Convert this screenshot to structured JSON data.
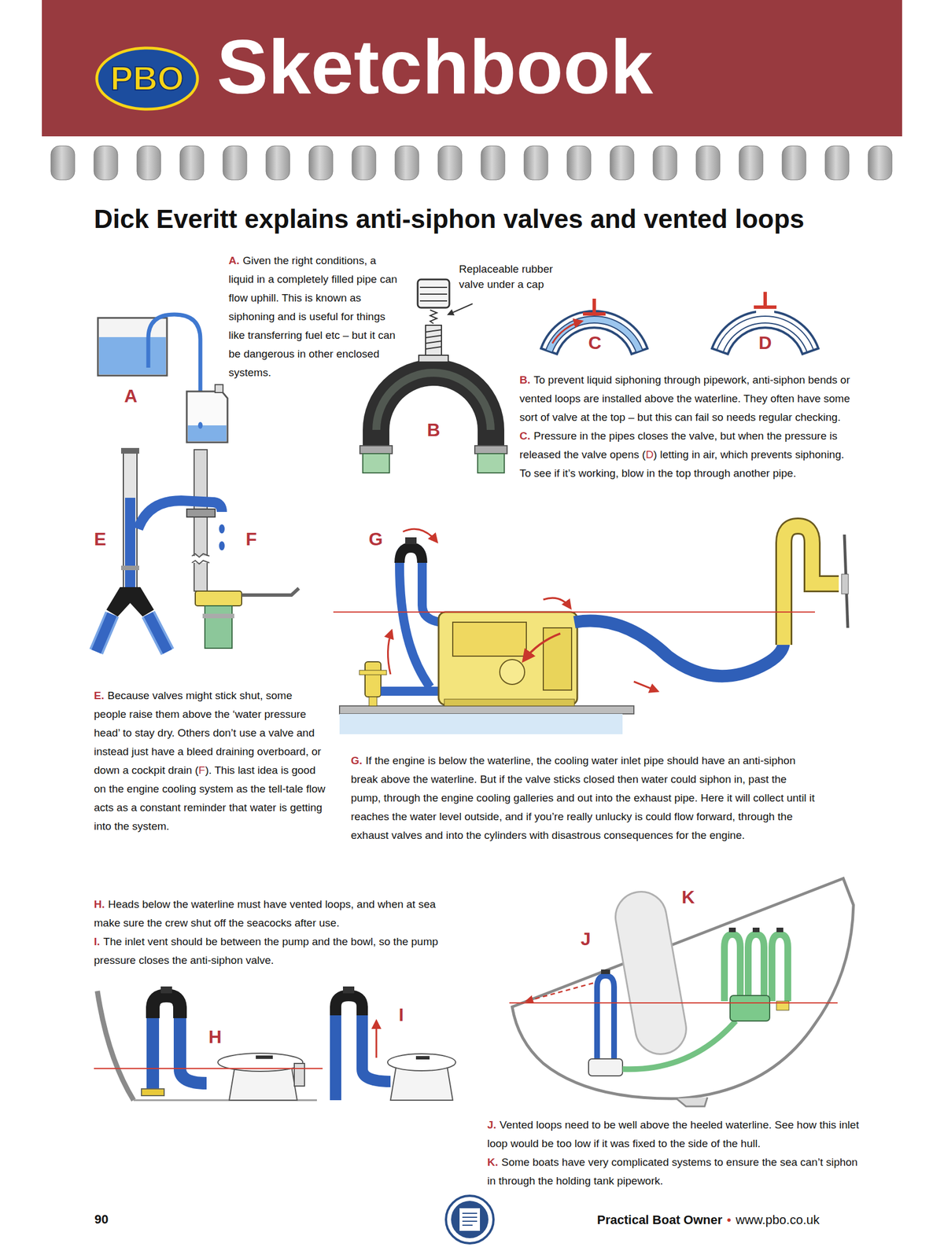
{
  "diagram": {
    "title": "Dick Everitt explains anti-siphon valves and vented loops",
    "nodes": [
      {
        "text": [
          "Sketchbook"
        ]
      },
      {
        "text": [
          "PBO"
        ],
        "in": 0
      }
    ],
    "labels": [
      "A.",
      "Given the right conditions, a liquid in a completely filled pipe can flow uphill. This is known as siphoning and is useful for things like transferring fuel etc – but it can be dangerous in other enclosed systems.",
      "Replaceable rubber valve under a cap",
      "C",
      "D",
      "A",
      "B",
      "B.",
      "To prevent liquid siphoning through pipework, anti-siphon bends or vented loops are installed above the waterline. They often have some sort of valve at the top – but this can fail so needs regular checking.",
      "C.",
      "Pressure in the pipes closes the valve, but when the pressure is released the valve opens (",
      "D",
      ") letting in air, which prevents siphoning. To see if it’s working, blow in the top through another pipe.",
      "E",
      "F",
      "G",
      "E.",
      "Because valves might stick shut, some people raise them above the ‘water pressure head’ to stay dry. Others don’t use a valve and instead just have a bleed draining overboard, or down a cockpit drain (",
      "F",
      "). This last idea is good on the engine cooling system as the tell-tale flow acts as a constant reminder that water is getting into the system.",
      "G.",
      "If the engine is below the waterline, the cooling water inlet pipe should have an anti-siphon break above the waterline. But if the valve sticks closed then water could siphon in, past the pump, through the engine cooling galleries and out into the exhaust pipe. Here it will collect until it reaches the water level outside, and if you’re really unlucky is could flow forward, through the exhaust valves and into the cylinders with disastrous consequences for the engine.",
      "H.",
      "Heads below the waterline must have vented loops, and when at sea make sure the crew shut off the seacocks after use.",
      "I.",
      "The inlet vent should be between the pump and the bowl, so the pump pressure closes the anti-siphon valve.",
      "K",
      "J",
      "H",
      "I",
      "J.",
      "Vented loops need to be well above the heeled waterline. See how this inlet loop would be too low if it was fixed to the side of the hull.",
      "K.",
      "Some boats have very complicated systems to ensure the sea can’t siphon in through the holding tank pipework.",
      "90",
      "Practical Boat Owner",
      "•",
      "www.pbo.co.uk"
    ]
  }
}
